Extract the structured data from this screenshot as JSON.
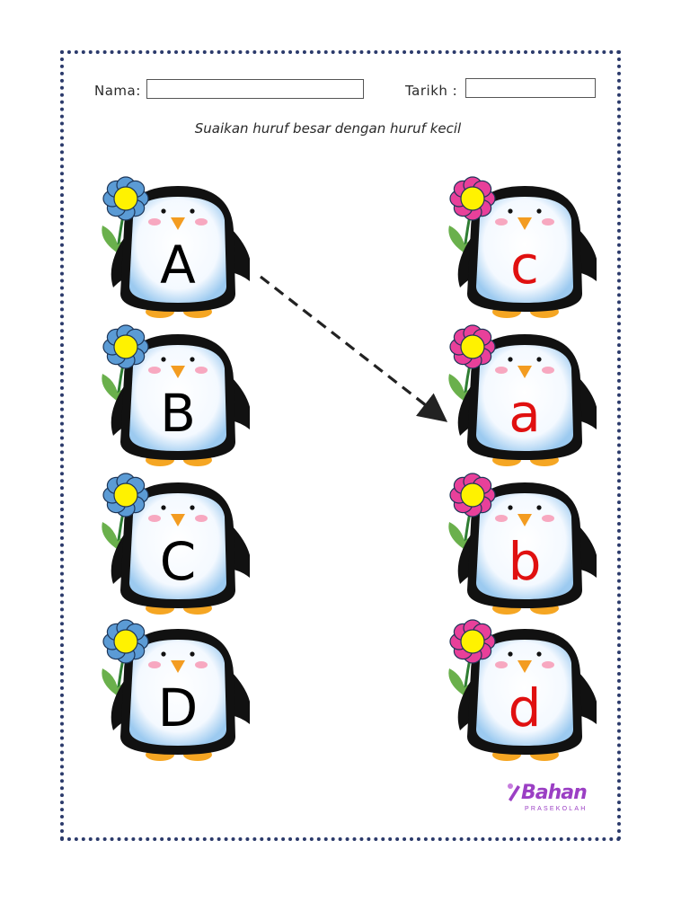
{
  "header": {
    "name_label": "Nama:",
    "name_value": "",
    "date_label": "Tarikh :",
    "date_value": ""
  },
  "instruction": "Suaikan huruf besar dengan huruf kecil",
  "left_column": {
    "flower_color": "#5b9bd5",
    "letters": [
      "A",
      "B",
      "C",
      "D"
    ]
  },
  "right_column": {
    "flower_color": "#e8409a",
    "letters": [
      "c",
      "a",
      "b",
      "d"
    ]
  },
  "match_example": {
    "from": "A",
    "to": "a"
  },
  "colors": {
    "uppercase_letter": "#000000",
    "lowercase_letter": "#e01010",
    "border_dots": "#2b3a6b",
    "logo": "#9b3fc4"
  },
  "logo": {
    "main": "Bahan",
    "sub": "PRASEKOLAH"
  }
}
